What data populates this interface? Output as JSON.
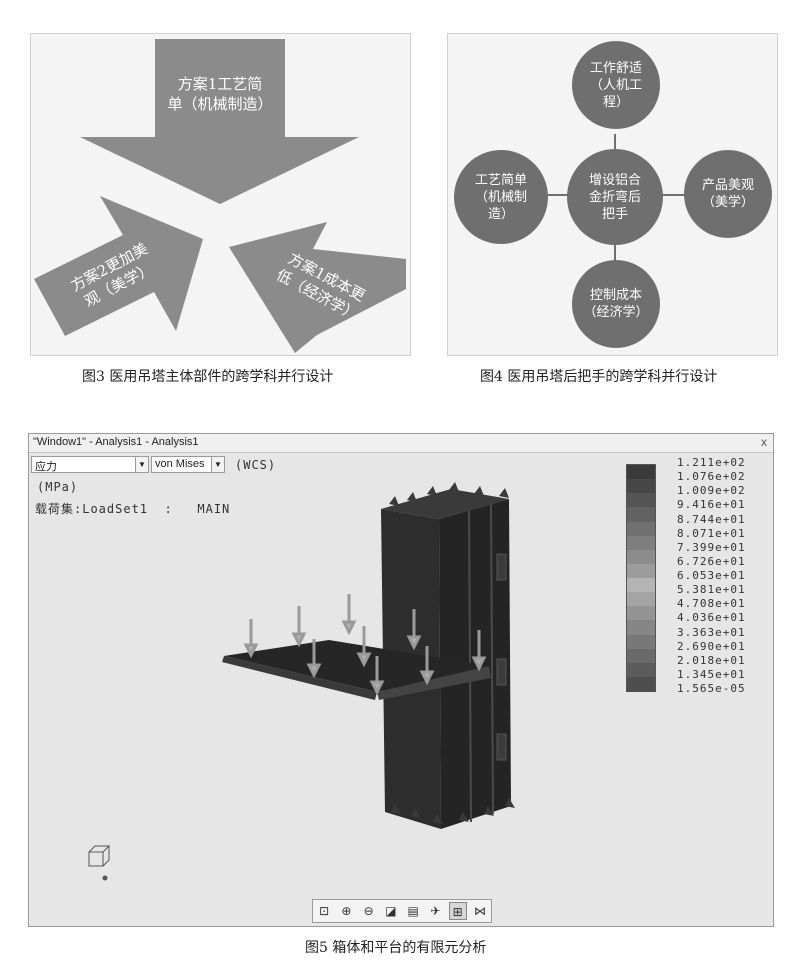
{
  "fig3": {
    "top_arrow": [
      "方案1工艺简",
      "单（机械制造）"
    ],
    "left_arrow": [
      "方案2更加美",
      "观（美学）"
    ],
    "right_arrow": [
      "方案1成本更",
      "低（经济学）"
    ],
    "caption": "图3 医用吊塔主体部件的跨学科并行设计",
    "colors": {
      "arrow": "#8b8b8b",
      "background": "#f4f4f4"
    }
  },
  "fig4": {
    "center": "增设铝合金折弯后把手",
    "top": "工作舒适（人机工程）",
    "left": "工艺简单（机械制造）",
    "right": "产品美观（美学）",
    "bottom": "控制成本（经济学）",
    "caption": "图4 医用吊塔后把手的跨学科并行设计",
    "colors": {
      "circle": "#6f6f6f"
    }
  },
  "fig5": {
    "window_title": "\"Window1\" - Analysis1 - Analysis1",
    "close_glyph": "x",
    "quantity_select": "应力",
    "measure_select": "von Mises",
    "coord_system": "(WCS)",
    "units": "(MPa)",
    "load_label": "载荷集:LoadSet1  :   MAIN",
    "legend": [
      "1.211e+02",
      "1.076e+02",
      "1.009e+02",
      "9.416e+01",
      "8.744e+01",
      "8.071e+01",
      "7.399e+01",
      "6.726e+01",
      "6.053e+01",
      "5.381e+01",
      "4.708e+01",
      "4.036e+01",
      "3.363e+01",
      "2.690e+01",
      "2.018e+01",
      "1.345e+01",
      "1.565e-05"
    ],
    "legend_colors": [
      "#3a3a3a",
      "#474747",
      "#555555",
      "#626262",
      "#707070",
      "#7e7e7e",
      "#8c8c8c",
      "#9c9c9c",
      "#b4b4b4",
      "#a4a4a4",
      "#949494",
      "#868686",
      "#787878",
      "#6a6a6a",
      "#5c5c5c",
      "#4e4e4e",
      "#404040"
    ],
    "toolbar_icons": [
      "zoom-fit-icon",
      "zoom-in-icon",
      "zoom-out-icon",
      "shading-icon",
      "view-icon",
      "spin-icon",
      "display-icon",
      "network-icon"
    ],
    "caption": "图5 箱体和平台的有限元分析"
  }
}
